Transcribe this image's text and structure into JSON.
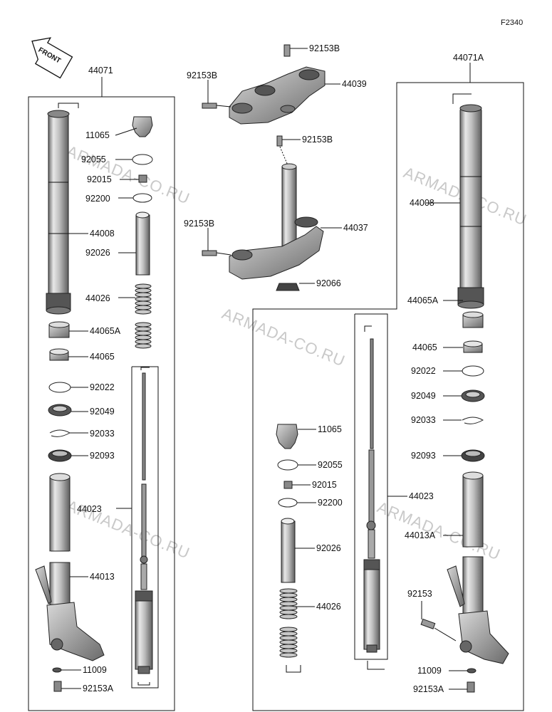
{
  "figure_code": "F2340",
  "front_label": "FRONT",
  "watermark": "ARMADA-CO.RU",
  "left_assembly": {
    "label": "44071",
    "parts": [
      "11065",
      "92055",
      "92015",
      "92200",
      "44008",
      "92026",
      "44026",
      "44065A",
      "44065",
      "92022",
      "92049",
      "92033",
      "92093",
      "44023",
      "44013",
      "11009",
      "92153A"
    ]
  },
  "center": {
    "parts": [
      "92153B",
      "44039",
      "92153B",
      "92153B",
      "44037",
      "92066"
    ]
  },
  "right_assembly": {
    "label": "44071A",
    "parts": [
      "44008",
      "44065A",
      "44065",
      "92022",
      "92049",
      "92033",
      "11065",
      "92093",
      "92055",
      "92015",
      "44023",
      "92200",
      "44013A",
      "92026",
      "92153",
      "44026",
      "11009",
      "92153A"
    ]
  }
}
